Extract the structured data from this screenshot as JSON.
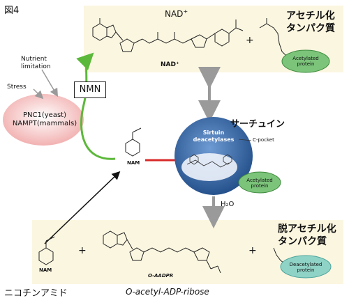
{
  "figure_label": "図4",
  "top_panel": {
    "nad_label": "NAD",
    "nad_superscript": "+",
    "nad_small_label": "NAD⁺",
    "plus": "+",
    "protein_title": "アセチル化\nタンパク質",
    "protein_title_line1": "アセチル化",
    "protein_title_line2": "タンパク質",
    "protein_ellipse": "Acetylated\nprotein",
    "protein_ellipse_line1": "Acetylated",
    "protein_ellipse_line2": "protein"
  },
  "left": {
    "nutrient_line1": "Nutrient",
    "nutrient_line2": "limitation",
    "stress": "Stress",
    "enzyme_line1": "PNC1(yeast)",
    "enzyme_line2": "NAMPT(mammals)",
    "nmn_box": "NMN"
  },
  "middle": {
    "nam_label": "NAM",
    "sirtuin_title": "サーチュイン",
    "sirtuin_line1": "Sirtuin",
    "sirtuin_line2": "deacetylases",
    "c_pocket": "C-pocket",
    "acetylated_line1": "Acetylated",
    "acetylated_line2": "protein",
    "water": "H₂O"
  },
  "bottom_panel": {
    "nam_label": "NAM",
    "plus1": "+",
    "aadpr_label": "O-AADPR",
    "plus2": "+",
    "deacetyl_title_line1": "脱アセチル化",
    "deacetyl_title_line2": "タンパク質",
    "deacetyl_ellipse_line1": "Deacetylated",
    "deacetyl_ellipse_line2": "protein"
  },
  "captions": {
    "nicotinamide": "ニコチンアミド",
    "o_acetyl": "O-acetyl-ADP-ribose"
  },
  "colors": {
    "panel_bg": "#fbf6e0",
    "green_arrow": "#5cb83a",
    "red_inhibit": "#d92b2b",
    "sirtuin_blue": "#2e5f9e",
    "protein_green": "#7bc47a",
    "deacetyl_teal": "#8fd3c6",
    "enzyme_pink": "#f6c8c8"
  }
}
